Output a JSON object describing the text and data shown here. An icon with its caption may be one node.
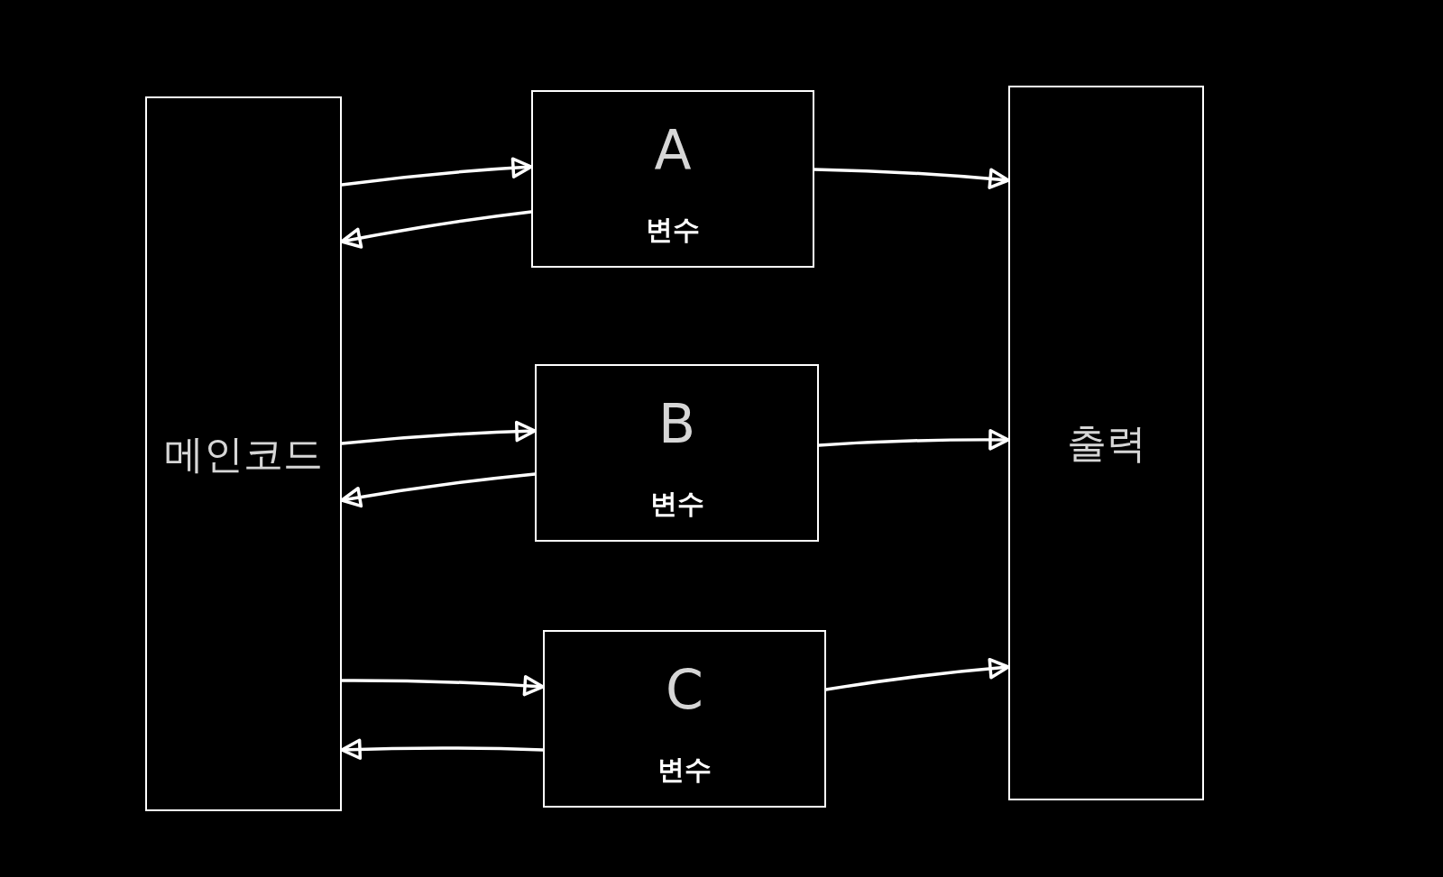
{
  "diagram": {
    "nodes": [
      {
        "text": [
          "메인코드"
        ]
      },
      {
        "text": [
          "A",
          "변수"
        ]
      },
      {
        "text": [
          "B",
          "변수"
        ]
      },
      {
        "text": [
          "C",
          "변수"
        ]
      },
      {
        "text": [
          "출력"
        ]
      }
    ],
    "edges": [
      {
        "from": 0,
        "to": 1,
        "arrow": "to"
      },
      {
        "from": 1,
        "to": 0,
        "arrow": "to"
      },
      {
        "from": 1,
        "to": 4,
        "arrow": "to"
      },
      {
        "from": 0,
        "to": 2,
        "arrow": "to"
      },
      {
        "from": 2,
        "to": 0,
        "arrow": "to"
      },
      {
        "from": 2,
        "to": 4,
        "arrow": "to"
      },
      {
        "from": 0,
        "to": 3,
        "arrow": "to"
      },
      {
        "from": 3,
        "to": 0,
        "arrow": "to"
      },
      {
        "from": 3,
        "to": 4,
        "arrow": "to"
      }
    ]
  }
}
